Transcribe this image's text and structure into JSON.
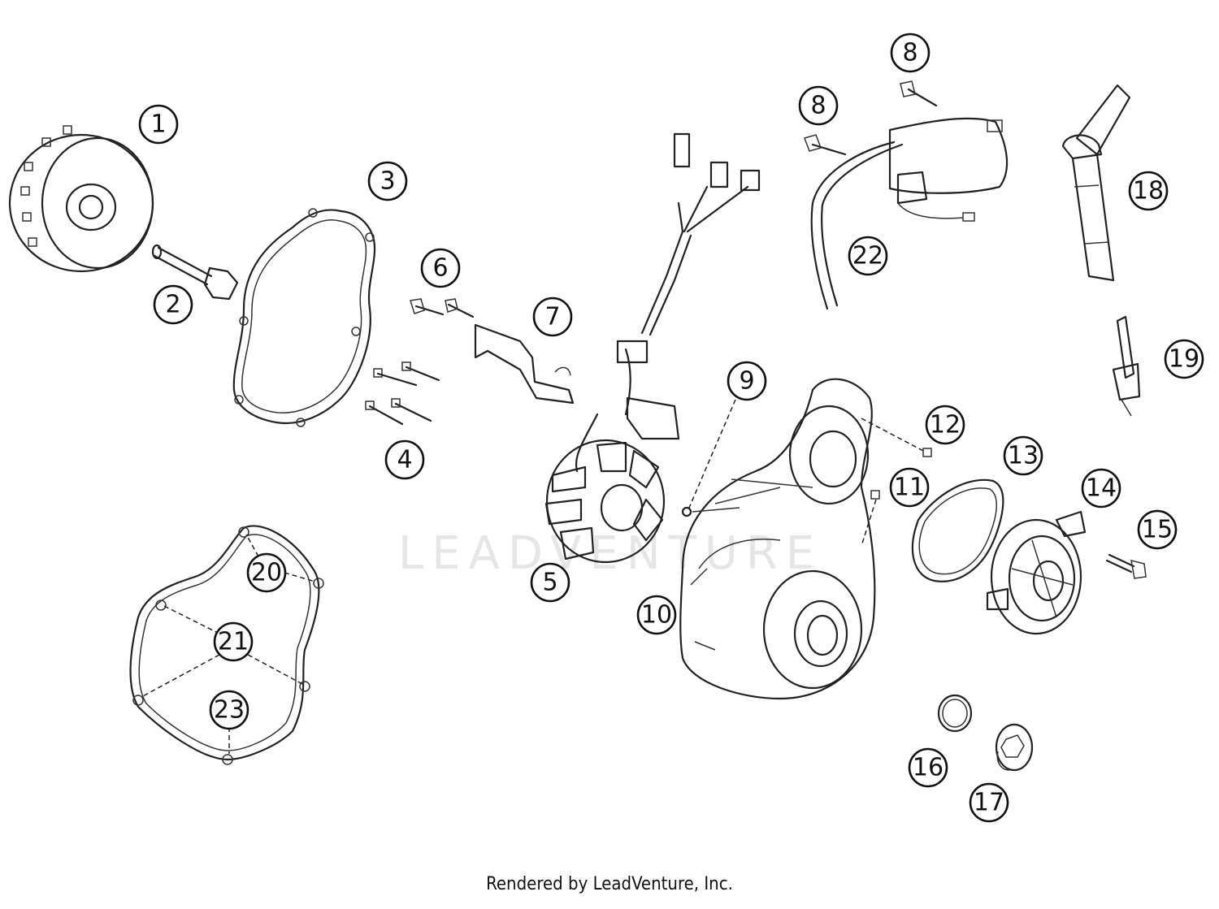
{
  "watermark": "LEADVENTURE",
  "footer": "Rendered by LeadVenture, Inc.",
  "callouts": [
    "1",
    "2",
    "3",
    "4",
    "5",
    "6",
    "7",
    "8",
    "8",
    "9",
    "10",
    "11",
    "12",
    "13",
    "14",
    "15",
    "16",
    "17",
    "18",
    "19",
    "20",
    "21",
    "22",
    "23"
  ]
}
